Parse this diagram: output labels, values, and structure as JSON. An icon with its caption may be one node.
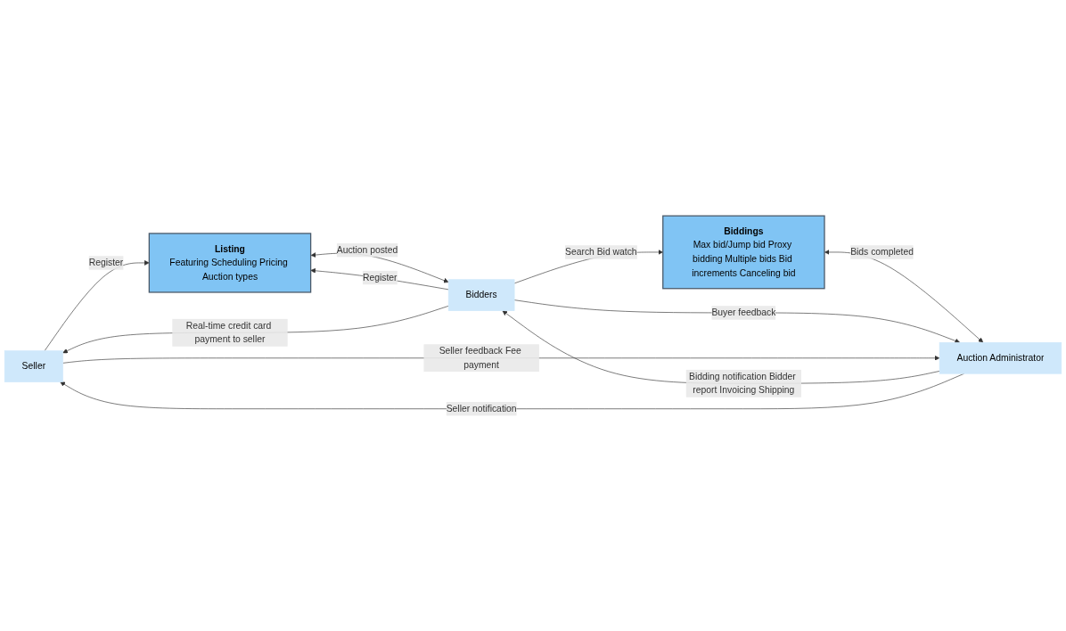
{
  "diagram": {
    "nodes": [
      {
        "text": [
          "Seller"
        ]
      },
      {
        "text": [
          "Listing",
          "Featuring Scheduling Pricing Auction types"
        ]
      },
      {
        "text": [
          "Bidders"
        ]
      },
      {
        "text": [
          "Biddings",
          "Max bid/Jump bid Proxy bidding Multiple bids Bid increments Canceling bid"
        ]
      },
      {
        "text": [
          "Auction Administrator"
        ]
      }
    ],
    "edges": [
      {
        "from": 0,
        "to": 1,
        "arrow": "to",
        "label": "Register"
      },
      {
        "from": 1,
        "to": 2,
        "arrow": "both",
        "label": "Auction posted"
      },
      {
        "from": 2,
        "to": 1,
        "arrow": "to",
        "label": "Register"
      },
      {
        "from": 2,
        "to": 3,
        "arrow": "to",
        "label": "Search Bid watch"
      },
      {
        "from": 3,
        "to": 4,
        "arrow": "both",
        "label": "Bids completed"
      },
      {
        "from": 2,
        "to": 0,
        "arrow": "to",
        "label": "Real-time credit card payment to seller"
      },
      {
        "from": 4,
        "to": 2,
        "arrow": "to",
        "label": "Bidding notification Bidder report Invoicing Shipping"
      },
      {
        "from": 2,
        "to": 4,
        "arrow": "to",
        "label": "Buyer feedback"
      },
      {
        "from": 4,
        "to": 0,
        "arrow": "to",
        "label": "Seller notification"
      },
      {
        "from": 0,
        "to": 4,
        "arrow": "to",
        "label": "Seller feedback Fee payment"
      }
    ]
  }
}
